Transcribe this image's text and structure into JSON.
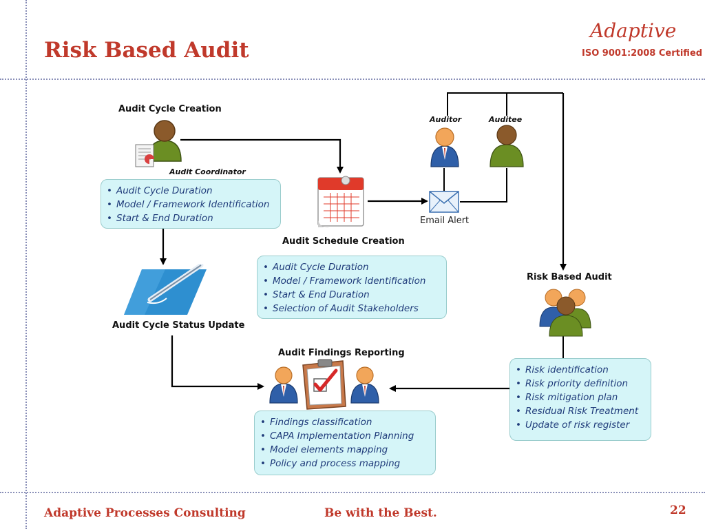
{
  "slide": {
    "title": "Risk Based Audit",
    "brand": "Adaptive",
    "certification": "ISO 9001:2008 Certified"
  },
  "nodes": {
    "audit_cycle_creation": {
      "label": "Audit Cycle Creation",
      "role": "Audit Coordinator",
      "items": [
        "Audit Cycle Duration",
        "Model / Framework Identification",
        "Start & End Duration"
      ]
    },
    "audit_schedule_creation": {
      "label": "Audit Schedule Creation",
      "items": [
        "Audit Cycle Duration",
        "Model / Framework Identification",
        "Start & End Duration",
        "Selection of Audit Stakeholders"
      ]
    },
    "auditor": {
      "label": "Auditor"
    },
    "auditee": {
      "label": "Auditee"
    },
    "email_alert": {
      "label": "Email Alert"
    },
    "audit_cycle_status_update": {
      "label": "Audit Cycle Status Update"
    },
    "risk_based_audit": {
      "label": "Risk Based Audit",
      "items": [
        "Risk identification",
        "Risk priority definition",
        "Risk mitigation plan",
        "Residual Risk Treatment",
        "Update of risk register"
      ]
    },
    "audit_findings_reporting": {
      "label": "Audit Findings Reporting",
      "items": [
        "Findings classification",
        "CAPA Implementation Planning",
        "Model elements mapping",
        "Policy and process mapping"
      ]
    }
  },
  "footer": {
    "company": "Adaptive Processes Consulting",
    "tagline": "Be with the Best.",
    "page_number": "22"
  },
  "colors": {
    "accent_red": "#c0392b",
    "box_fill": "#d5f5f8",
    "box_text": "#1f3b7a",
    "dotted_rule": "#8a8fb8"
  },
  "icons": {
    "coordinator": "person-green-icon",
    "auditor": "person-blue-icon",
    "auditee": "person-green-icon",
    "schedule": "calendar-icon",
    "email": "envelope-icon",
    "status": "pen-document-icon",
    "findings": "clipboard-check-icon",
    "risk_team": "group-people-icon"
  }
}
